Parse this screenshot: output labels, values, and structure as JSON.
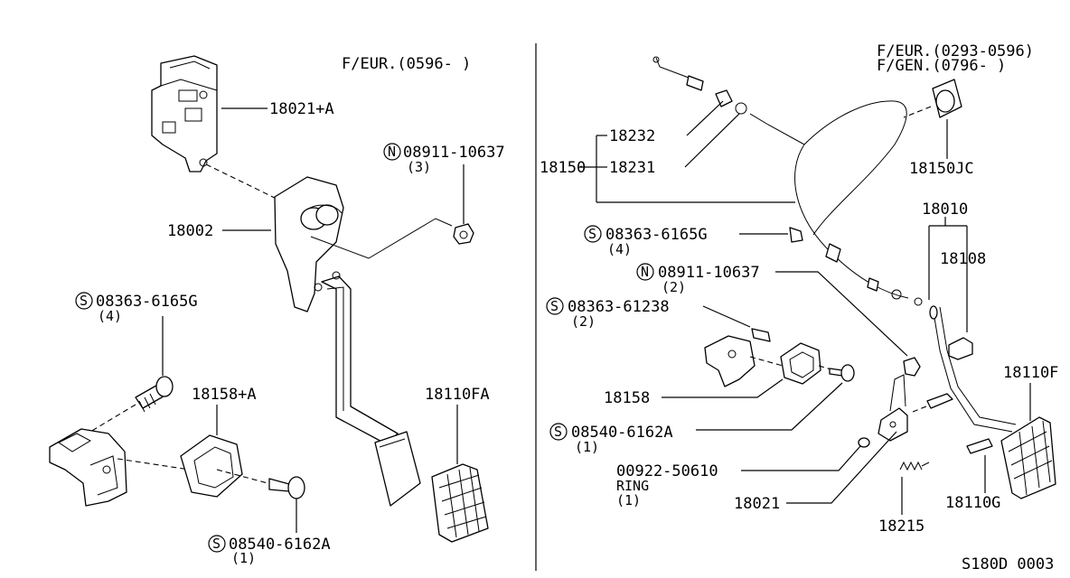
{
  "left_panel": {
    "variant_note": "F/EUR.(0596-   )",
    "parts": {
      "bracket": "18021+A",
      "pedal_assembly": "18002",
      "nut_code": "08911-10637",
      "nut_qty": "(3)",
      "bolt_code": "08363-6165G",
      "bolt_qty": "(4)",
      "stopper": "18158+A",
      "screw_code": "08540-6162A",
      "screw_qty": "(1)",
      "pedal_pad": "18110FA"
    }
  },
  "right_panel": {
    "variant_note_1": "F/EUR.(0293-0596)",
    "variant_note_2": "F/GEN.(0796-   )",
    "parts": {
      "cable_assy": "18150",
      "cable_part_1": "18232",
      "cable_part_2": "18231",
      "grommet": "18150JC",
      "bolt_code": "08363-6165G",
      "bolt_qty": "(4)",
      "nut_code": "08911-10637",
      "nut_qty": "(2)",
      "bolt2_code": "08363-61238",
      "bolt2_qty": "(2)",
      "stopper": "18158",
      "screw_code": "08540-6162A",
      "screw_qty": "(1)",
      "ring_code": "00922-50610",
      "ring_label": "RING",
      "ring_qty": "(1)",
      "bracket": "18021",
      "spring": "18215",
      "pedal_assy": "18010",
      "lever": "18108",
      "pad": "18110F",
      "pad_stopper": "18110G"
    }
  },
  "prefix": {
    "s": "S",
    "n": "N"
  },
  "diagram_code": "S180D 0003"
}
